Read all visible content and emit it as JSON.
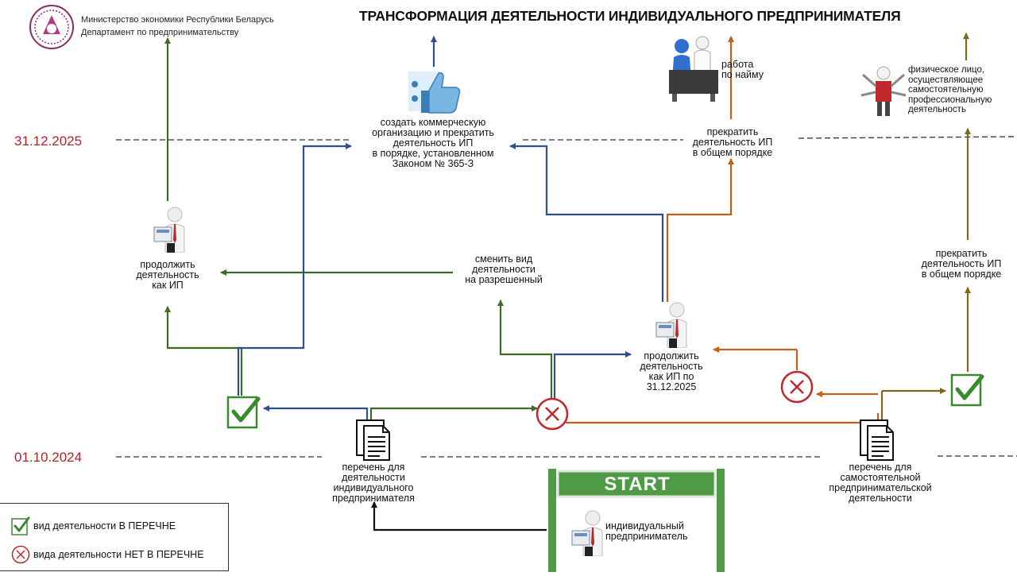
{
  "header": {
    "title": "ТРАНСФОРМАЦИЯ ДЕЯТЕЛЬНОСТИ ИНДИВИДУАЛЬНОГО ПРЕДПРИНИМАТЕЛЯ",
    "ministry_line1": "Министерство экономики Республики Беларусь",
    "ministry_line2": "Департамент по предпринимательству",
    "logo_icon": "ministry-emblem"
  },
  "dates": {
    "end": "31.12.2025",
    "start": "01.10.2024"
  },
  "nodes": {
    "start_banner": "START",
    "ip": [
      "индивидуальный",
      "предприниматель"
    ],
    "list_ip": [
      "перечень для",
      "деятельности",
      "индивидуального",
      "предпринимателя"
    ],
    "list_self": [
      "перечень для",
      "самостоятельной",
      "предпринимательской",
      "деятельности"
    ],
    "continue_ip": [
      "продолжить",
      "деятельность",
      "как ИП"
    ],
    "change_activity": [
      "сменить вид",
      "деятельности",
      "на разрешенный"
    ],
    "continue_until": [
      "продолжить",
      "деятельность",
      "как ИП по",
      "31.12.2025"
    ],
    "create_org": [
      "создать коммерческую",
      "организацию и прекратить",
      "деятельность ИП",
      "в порядке, установленном",
      "Законом № 365-З"
    ],
    "stop_general_top": [
      "прекратить",
      "деятельность ИП",
      "в общем порядке"
    ],
    "hired": [
      "работа",
      "по найму"
    ],
    "stop_general_right": [
      "прекратить",
      "деятельность ИП",
      "в общем порядке"
    ],
    "self_employed": [
      "физическое лицо,",
      "осуществляющее",
      "самостоятельную",
      "профессиональную",
      "деятельность"
    ]
  },
  "legend": {
    "in_list": "вид деятельности В ПЕРЕЧНЕ",
    "not_in_list": "вида деятельности НЕТ В ПЕРЕЧНЕ"
  },
  "colors": {
    "blue": "#2e4f8f",
    "green": "#3f6a24",
    "orange": "#c2601a",
    "olive": "#7f6a14",
    "black": "#111111",
    "date_red": "#b0222a",
    "check_green": "#3a8a2e",
    "cross_red": "#c0272d",
    "start_green": "#4f9a44"
  }
}
